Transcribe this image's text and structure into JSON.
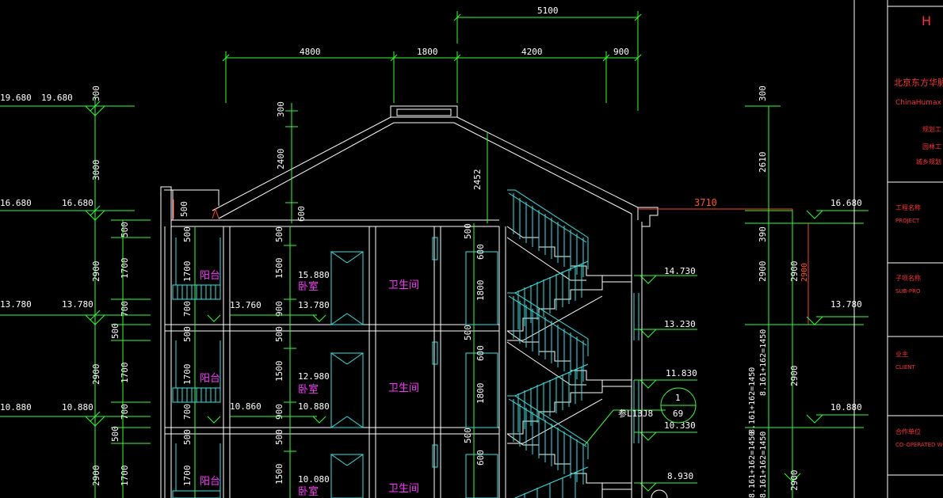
{
  "colors": {
    "background": "#000000",
    "dimension": "#33ff33",
    "wall": "#ffffff",
    "rail": "#33e6e6",
    "room_text": "#ff33ff",
    "title_text": "#ff3333"
  },
  "top_dims": {
    "overall": "5100",
    "d1": "4800",
    "d2": "1800",
    "d3": "4200",
    "d4": "900"
  },
  "left_elev": [
    {
      "a": "19.680",
      "b": "19.680"
    },
    {
      "a": "16.680",
      "b": "16.680"
    },
    {
      "a": "13.780",
      "b": "13.780"
    },
    {
      "a": "10.880",
      "b": "10.880"
    }
  ],
  "left_vdims": {
    "v1": "300",
    "v2": "3000",
    "v3": "2900",
    "v4": "2900",
    "v5": "2900"
  },
  "inner_vdims": {
    "a1": "500",
    "a2": "1700",
    "a3": "700",
    "a4": "500",
    "a5": "1700",
    "a6": "700",
    "a7": "500",
    "a8": "1700"
  },
  "balcony_dims": {
    "b1": "500",
    "b2": "1700",
    "b3": "700",
    "b4": "500",
    "b5": "1700",
    "b6": "700",
    "b7": "500",
    "b8": "1700"
  },
  "roof_dims": {
    "r1": "300",
    "r2": "2400",
    "r3": "600",
    "r4": "2452"
  },
  "bedroom_dims": {
    "c1": "500",
    "c2": "1500",
    "c3": "900",
    "c4": "500",
    "c5": "1500",
    "c6": "900",
    "c7": "500",
    "c8": "1500"
  },
  "stair_dims": {
    "s1": "500",
    "s2": "600",
    "s3": "1800",
    "s4": "500",
    "s5": "600",
    "s6": "1800",
    "s7": "500",
    "s8": "600"
  },
  "parapet_dim": "500",
  "rooms": {
    "balcony": "阳台",
    "bedroom": "卧室",
    "bathroom": "卫生间"
  },
  "floor_levels": [
    {
      "bedroom_top": "15.880",
      "bedroom_floor": "13.780",
      "balcony_floor": "13.760"
    },
    {
      "bedroom_top": "12.980",
      "bedroom_floor": "10.880",
      "balcony_floor": "10.860"
    },
    {
      "bedroom_top": "10.080"
    }
  ],
  "stair_levels": [
    "14.730",
    "13.230",
    "11.830",
    "10.330",
    "8.930"
  ],
  "detail_callout": {
    "note": "参L13J8",
    "number": "1",
    "page": "69"
  },
  "right_dims": {
    "h1": "3710",
    "v1": "300",
    "v2": "2610",
    "v3": "390",
    "v4": "2900",
    "v5": "2900",
    "v6": "2900",
    "red_v": "2900",
    "f1": "8.161+162=1450",
    "f2": "8.161+162=1450",
    "f3": "8.161+162=1450",
    "f4": "8.161+162=1450",
    "f5": "=1450"
  },
  "right_elev": {
    "e1": "16.680",
    "e2": "13.780",
    "e3": "10.880"
  },
  "title_block": {
    "marker": "H",
    "company": "北京东方华脉工",
    "company_en": "ChinaHumax",
    "line1": "规划工",
    "line2": "园林工",
    "line3": "城乡规划",
    "project_cn": "工程名称",
    "project_en": "PROJECT",
    "subpro_cn": "子项名称",
    "subpro_en": "SUB-PRO",
    "client_cn": "业主",
    "client_en": "CLIENT",
    "coop_cn": "合作单位",
    "coop_en": "CO-OPERATED W"
  }
}
